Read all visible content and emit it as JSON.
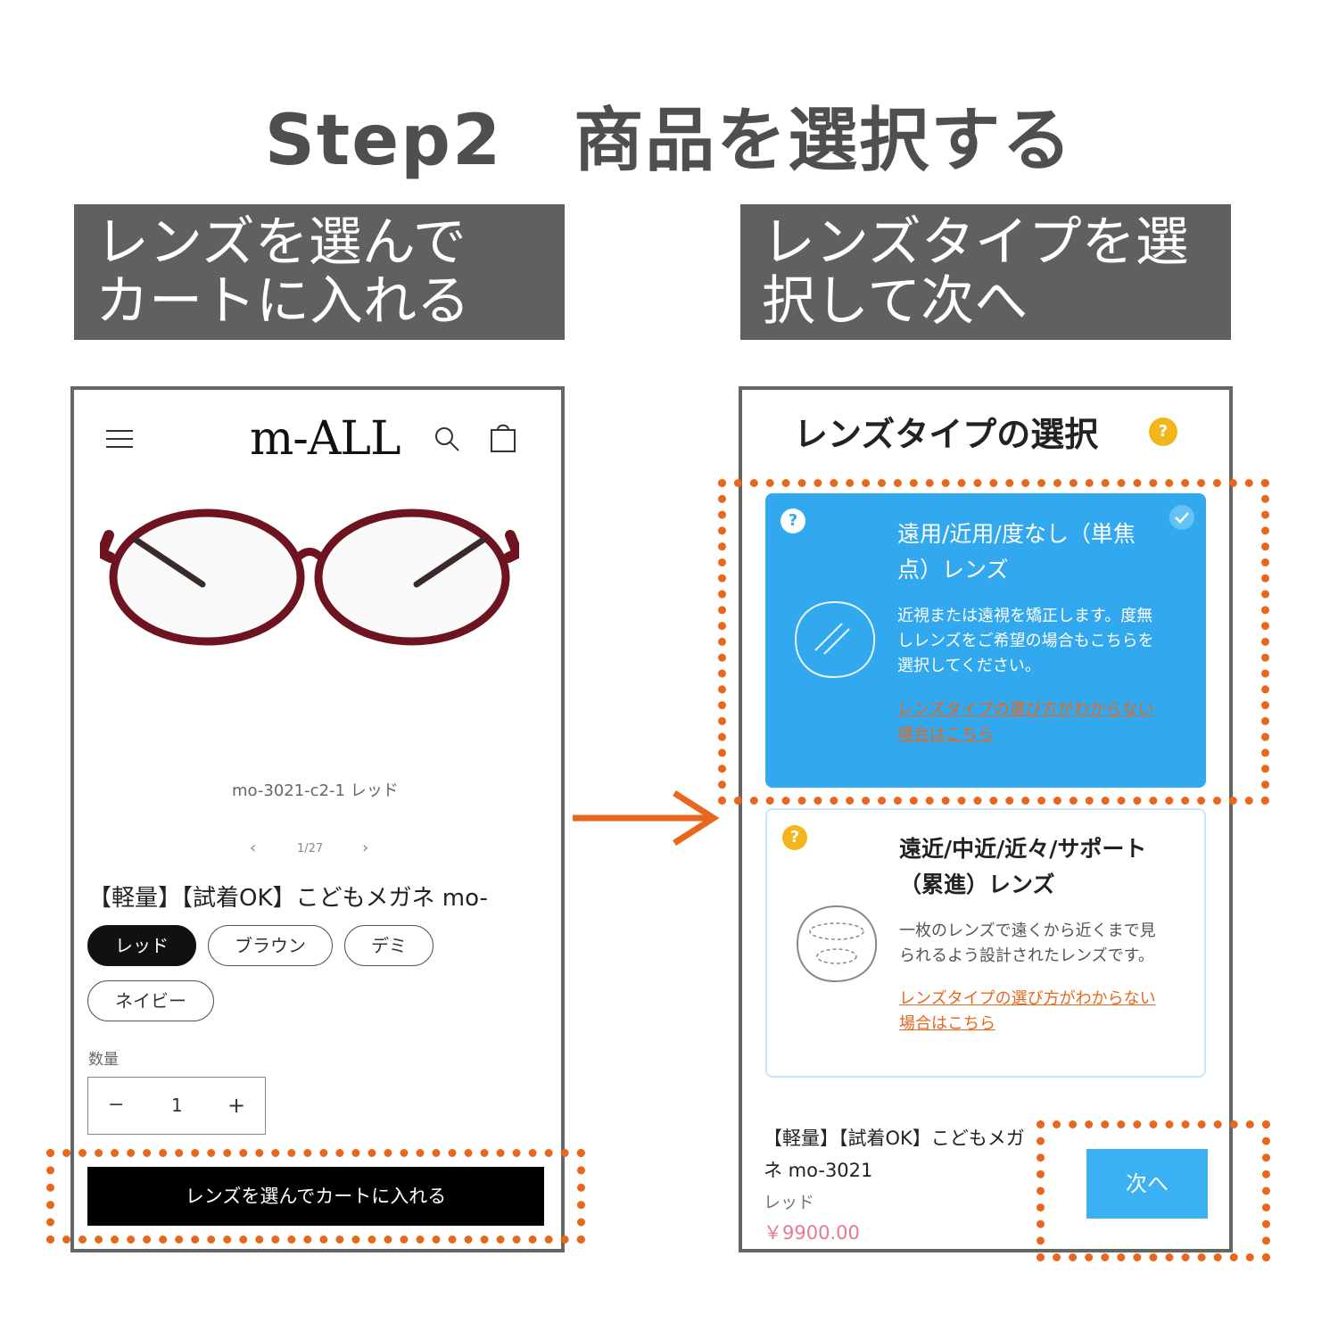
{
  "title": "Step2　商品を選択する",
  "left_banner": {
    "line1": "レンズを選んで",
    "line2": "カートに入れる"
  },
  "right_banner": {
    "line1": "レンズタイプを選",
    "line2": "択して次へ"
  },
  "left_screen": {
    "logo": "m-ALL",
    "image_caption": "mo-3021-c2-1 レッド",
    "pager": {
      "prev": "‹",
      "label": "1/27",
      "next": "›"
    },
    "product_title": "【軽量】【試着OK】こどもメガネ mo-",
    "color_options": [
      {
        "label": "レッド",
        "selected": true
      },
      {
        "label": "ブラウン",
        "selected": false
      },
      {
        "label": "デミ",
        "selected": false
      },
      {
        "label": "ネイビー",
        "selected": false
      }
    ],
    "quantity_label": "数量",
    "quantity": {
      "minus": "−",
      "value": "1",
      "plus": "+"
    },
    "cart_button": "レンズを選んでカートに入れる"
  },
  "right_screen": {
    "heading": "レンズタイプの選択",
    "help_icon": "?",
    "options": [
      {
        "title_line1": "遠用/近用/度なし（単焦",
        "title_line2": "点）レンズ",
        "desc_line1": "近視または遠視を矯正します。度無",
        "desc_line2": "しレンズをご希望の場合もこちらを",
        "desc_line3": "選択してください。",
        "link_line1": "レンズタイプの選び方がわからない",
        "link_line2": "場合はこちら",
        "selected": true
      },
      {
        "title_line1": "遠近/中近/近々/サポート",
        "title_line2": "（累進）レンズ",
        "desc_line1": "一枚のレンズで遠くから近くまで見",
        "desc_line2": "られるよう設計されたレンズです。",
        "link_line1": "レンズタイプの選び方がわからない",
        "link_line2": "場合はこちら",
        "selected": false
      }
    ],
    "product_line1": "【軽量】【試着OK】こどもメガ",
    "product_line2": "ネ mo-3021",
    "product_color": "レッド",
    "price": "￥9900.00",
    "next_button": "次へ"
  },
  "colors": {
    "accent_orange": "#e8671c",
    "banner_gray": "#606060",
    "selected_blue": "#32a8ee",
    "button_blue": "#3bb0f2",
    "help_yellow": "#f2b51c",
    "price_pink": "#e57a8e",
    "frame_red": "#6e1420"
  }
}
